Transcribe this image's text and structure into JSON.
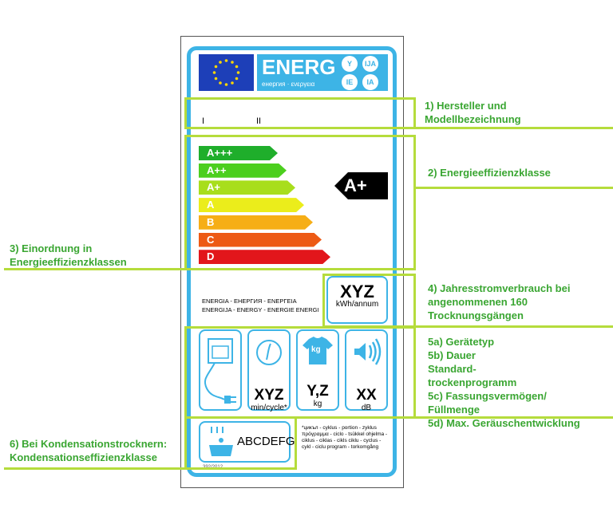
{
  "label": {
    "energ": "ENERG",
    "subtitle": "енергия · ενεργεια",
    "circles": [
      "Y",
      "IJA",
      "IE",
      "IA"
    ],
    "model_fields": [
      "I",
      "II"
    ],
    "classes": [
      {
        "name": "A+++",
        "color": "#1fae2b"
      },
      {
        "name": "A++",
        "color": "#4ccf1e"
      },
      {
        "name": "A+",
        "color": "#a8de1c"
      },
      {
        "name": "A",
        "color": "#ebed1b"
      },
      {
        "name": "B",
        "color": "#f6ae16"
      },
      {
        "name": "C",
        "color": "#ed5a14"
      },
      {
        "name": "D",
        "color": "#e2161b"
      }
    ],
    "current_class": "A+",
    "energy_words": "ENERGIA - ЕНЕРГИЯ - ΕΝΕΡΓΕΙΑ ENERGIJA - ENERGY - ENERGIE ENERGI",
    "consumption": {
      "value": "XYZ",
      "unit": "kWh/annum"
    },
    "cycle": {
      "value": "XYZ",
      "unit": "min/cycle*"
    },
    "capacity": {
      "value": "Y,Z",
      "unit": "kg",
      "icon_text": "kg"
    },
    "noise": {
      "value": "XX",
      "unit": "dB"
    },
    "condensation": "ABCDEFG",
    "footnote": "*цикъл - cyklus - portion - zyklus πρόγραμμα - ciclo - tsükkel ohjelma - ciklus - ciklas - cikls ciklu - cyclus - cykl - ciclu program - torkomgång",
    "regulation": "392/2012"
  },
  "annotations": {
    "a1": "1) Hersteller und Modellbezeichnung",
    "a2": "2) Energieeffizienzklasse",
    "a3": "3) Einordnung in Energieeffizienzklassen",
    "a4": "4) Jahresstromverbrauch bei angenommenen 160 Trocknungsgängen",
    "a5": [
      "5a) Gerätetyp",
      "5b) Dauer Standard-trockenprogramm",
      "5c) Fassungsvermögen/ Füllmenge",
      "5d) Max. Geräuschentwicklung"
    ],
    "a6": "6) Bei Kondensationstrocknern: Kondensationseffizienzklasse"
  },
  "colors": {
    "label_blue": "#3db4e6",
    "highlight_green": "#b5dc3c",
    "text_green": "#3aa632"
  }
}
